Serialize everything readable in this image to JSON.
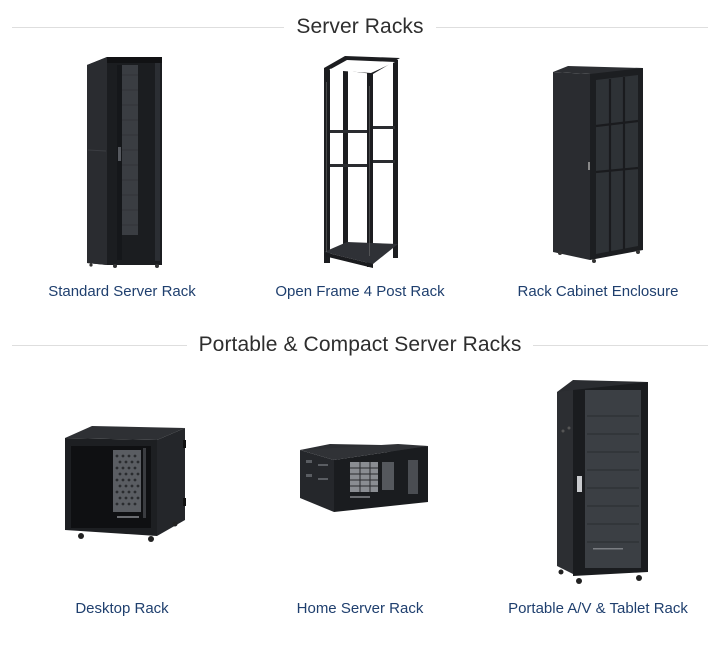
{
  "sections": [
    {
      "title": "Server Racks",
      "products": [
        {
          "label": "Standard Server Rack",
          "image": "black-enclosed-server-rack-with-perforated-door"
        },
        {
          "label": "Open Frame 4 Post Rack",
          "image": "open-frame-four-post-rack"
        },
        {
          "label": "Rack Cabinet Enclosure",
          "image": "rack-cabinet-with-glass-door"
        }
      ]
    },
    {
      "title": "Portable & Compact Server Racks",
      "products": [
        {
          "label": "Desktop Rack",
          "image": "compact-desktop-rack-on-casters"
        },
        {
          "label": "Home Server Rack",
          "image": "low-profile-home-server-rack"
        },
        {
          "label": "Portable A/V & Tablet Rack",
          "image": "tall-glass-door-av-rack"
        }
      ]
    }
  ],
  "colors": {
    "heading_text": "#2e2e2e",
    "link_text": "#1f3f6e",
    "divider": "#dedede",
    "background": "#ffffff"
  }
}
